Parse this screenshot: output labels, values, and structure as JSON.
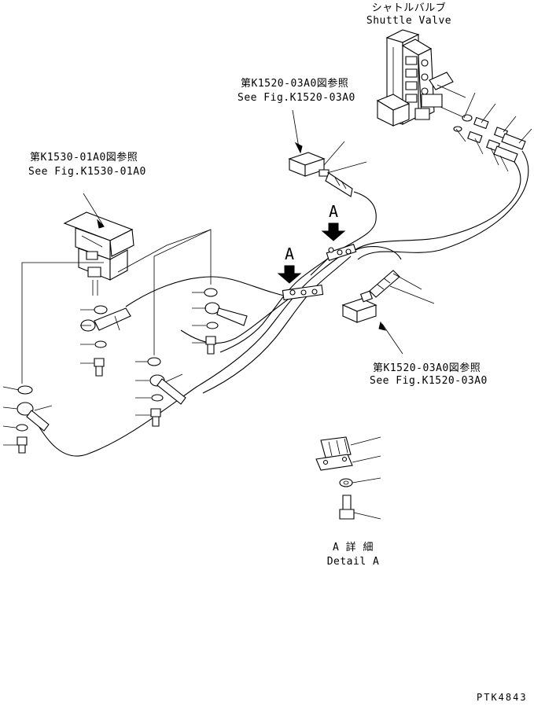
{
  "labels": {
    "shuttle_valve_jp": "シャトルバルブ",
    "shuttle_valve_en": "Shuttle Valve",
    "ref_k1520_top_jp": "第K1520-03A0図参照",
    "ref_k1520_top_en": "See Fig.K1520-03A0",
    "ref_k1530_jp": "第K1530-01A0図参照",
    "ref_k1530_en": "See Fig.K1530-01A0",
    "ref_k1520_bottom_jp": "第K1520-03A0図参照",
    "ref_k1520_bottom_en": "See Fig.K1520-03A0",
    "arrow_label_left": "A",
    "arrow_label_right": "A",
    "detail_a_jp": "A 詳 細",
    "detail_a_en": "Detail A",
    "drawing_code": "PTK4843"
  }
}
